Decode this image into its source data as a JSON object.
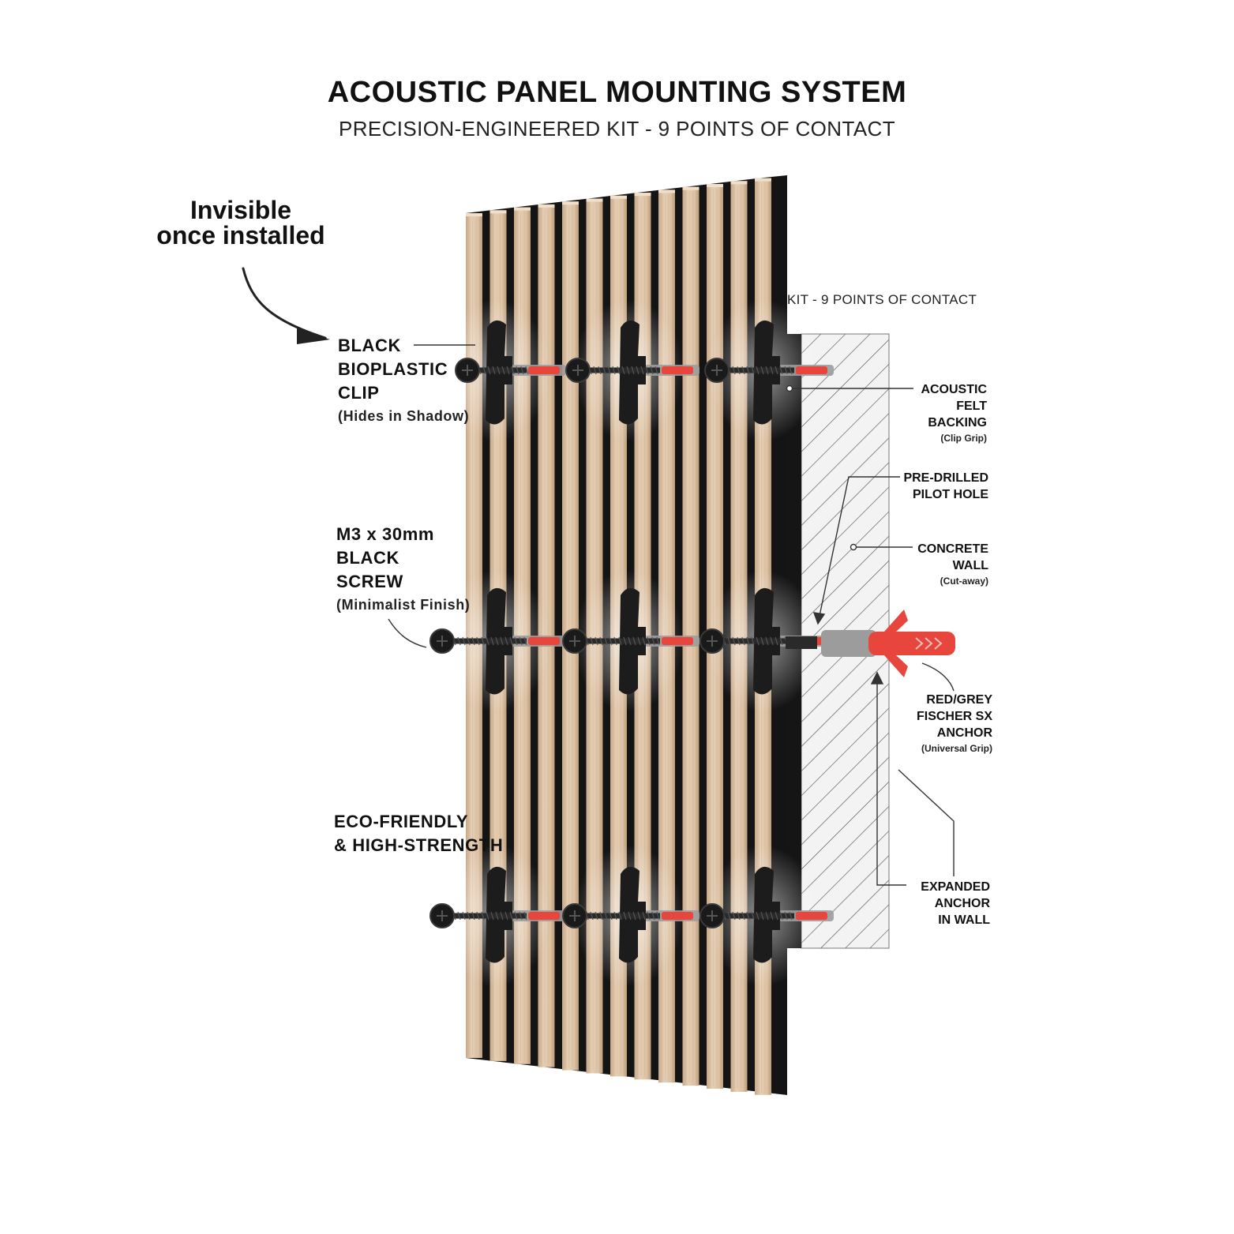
{
  "header": {
    "title": "ACOUSTIC PANEL MOUNTING SYSTEM",
    "subtitle": "PRECISION-ENGINEERED KIT - 9 POINTS OF CONTACT"
  },
  "callout": {
    "line1": "Invisible",
    "line2": "once installed"
  },
  "left_labels": {
    "clip": {
      "line1": "BLACK",
      "line2": "BIOPLASTIC",
      "line3": "CLIP",
      "note": "(Hides in Shadow)"
    },
    "screw": {
      "line1": "M3 x 30mm",
      "line2": "BLACK",
      "line3": "SCREW",
      "note": "(Minimalist Finish)"
    },
    "eco": {
      "line1": "ECO-FRIENDLY",
      "line2": "& HIGH-STRENGTH"
    }
  },
  "kit_label": "KIT - 9 POINTS OF CONTACT",
  "right_labels": {
    "felt": {
      "line1": "ACOUSTIC",
      "line2": "FELT",
      "line3": "BACKING",
      "note": "(Clip Grip)"
    },
    "pilot": {
      "line1": "PRE-DRILLED",
      "line2": "PILOT HOLE"
    },
    "concrete": {
      "line1": "CONCRETE",
      "line2": "WALL",
      "note": "(Cut-away)"
    },
    "anchor": {
      "line1": "RED/GREY",
      "line2": "FISCHER SX",
      "line3": "ANCHOR",
      "note": "(Universal Grip)"
    },
    "expanded": {
      "line1": "EXPANDED",
      "line2": "ANCHOR",
      "line3": "IN WALL"
    }
  },
  "colors": {
    "slat_wood": "#e2c9ad",
    "slat_wood_dark": "#c9ab8a",
    "felt_black": "#151515",
    "clip_black": "#1c1c1c",
    "anchor_red": "#e8453c",
    "anchor_grey": "#9c9c9c",
    "concrete": "#f3f3f3",
    "line": "#333333"
  }
}
